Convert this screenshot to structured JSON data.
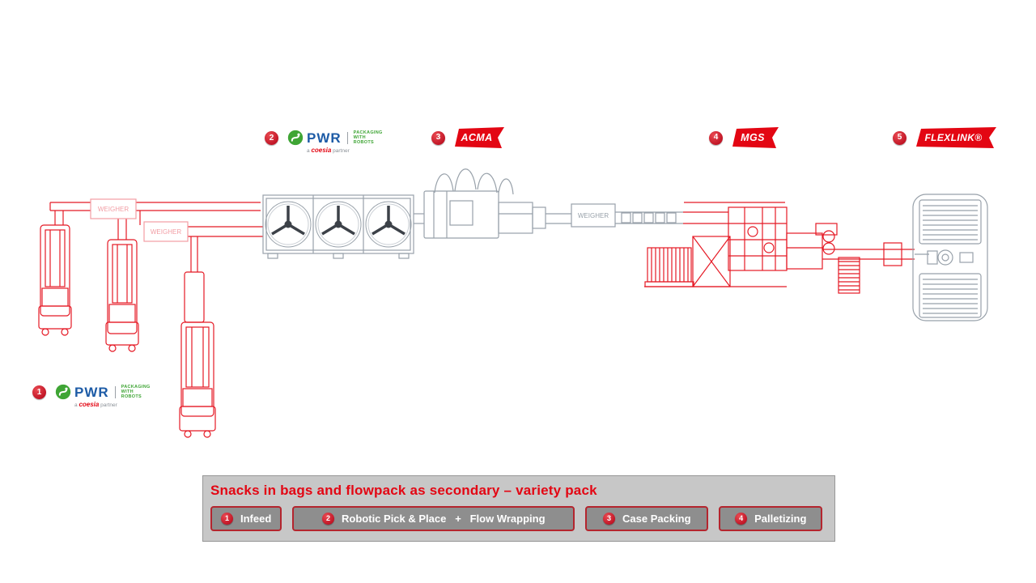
{
  "colors": {
    "brand_red": "#e30613",
    "marker_red": "#b00014",
    "light_red": "#f29da4",
    "machinery_gray": "#98a1aa",
    "spoke_dark": "#3c4148",
    "legend_bg": "#c7c7c7",
    "button_gray": "#8e8e8e",
    "pwr_blue": "#1d5ba6",
    "pwr_green": "#3fa535"
  },
  "markers": {
    "infeed": {
      "number": "1"
    },
    "robotic": {
      "number": "2"
    },
    "acma": {
      "number": "3",
      "brand": "ACMA"
    },
    "mgs": {
      "number": "4",
      "brand": "MGS"
    },
    "flexlink": {
      "number": "5",
      "brand": "FLEXLINK®"
    }
  },
  "pwr_logo": {
    "name": "PWR",
    "tagline_line1": "PACKAGING",
    "tagline_line2": "WITH",
    "tagline_line3": "ROBOTS",
    "partner_prefix": "a",
    "partner_brand": "coesia",
    "partner_suffix": "partner"
  },
  "diagram_labels": {
    "weigher1": "WEIGHER",
    "weigher2": "WEIGHER",
    "weigher3": "WEIGHER"
  },
  "legend": {
    "title": "Snacks in bags and flowpack as secondary – variety pack",
    "items": [
      {
        "number": "1",
        "label": "Infeed"
      },
      {
        "number": "2",
        "label": "Robotic Pick & Place   +   Flow Wrapping"
      },
      {
        "number": "3",
        "label": "Case Packing"
      },
      {
        "number": "4",
        "label": "Palletizing"
      }
    ]
  }
}
